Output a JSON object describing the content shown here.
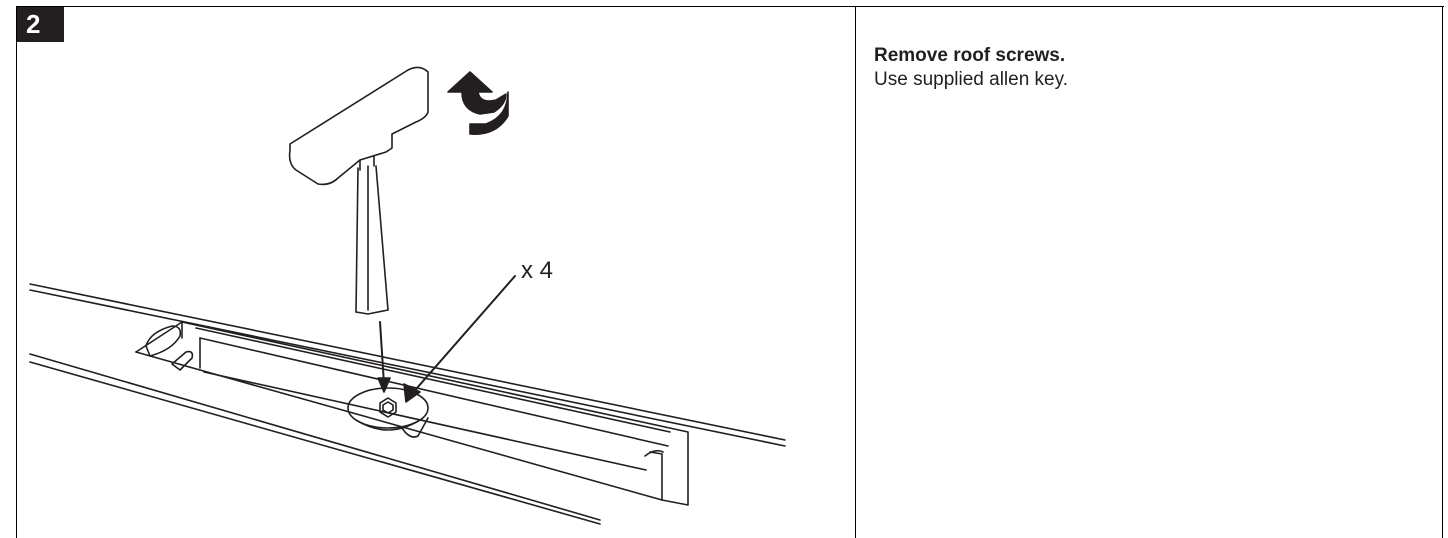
{
  "step": {
    "number": "2"
  },
  "instructions": {
    "title": "Remove roof screws.",
    "text": "Use supplied allen key."
  },
  "illustration": {
    "quantity_label": "x 4",
    "icons": [
      "allen-key-icon",
      "rotate-arrow-icon",
      "screw-icon",
      "roof-rail-icon"
    ]
  }
}
